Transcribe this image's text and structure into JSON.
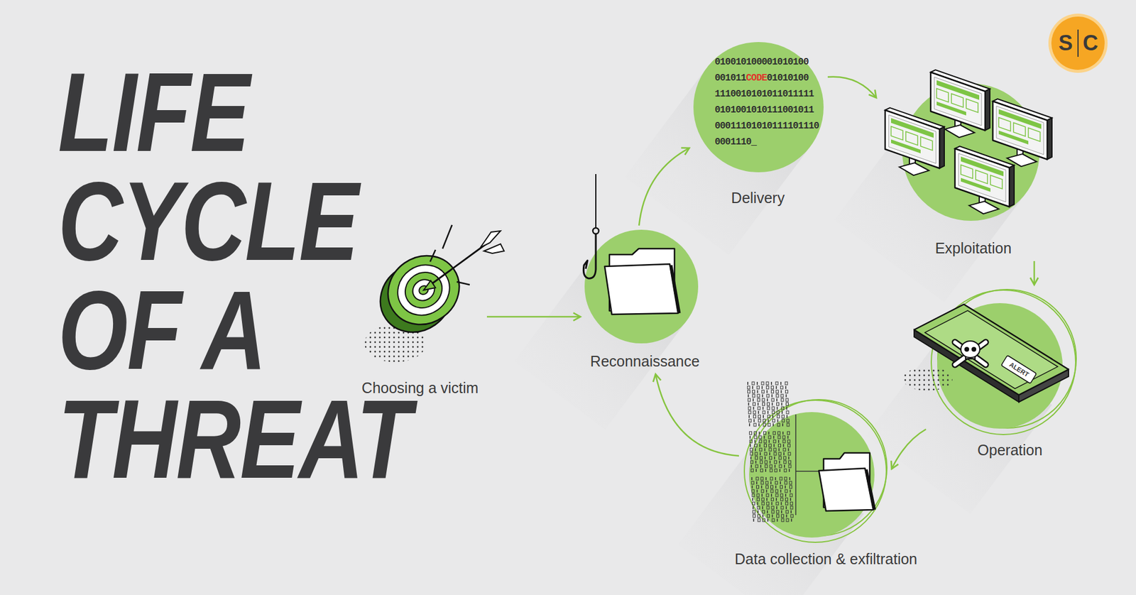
{
  "diagram": {
    "title": "LIFE CYCLE OF A THREAT",
    "nodes": [
      {
        "text": [
          "Choosing a victim"
        ]
      },
      {
        "text": [
          "Reconnaissance"
        ]
      },
      {
        "text": [
          "Delivery"
        ]
      },
      {
        "text": [
          "Exploitation"
        ]
      },
      {
        "text": [
          "Operation"
        ]
      },
      {
        "text": [
          "Data collection & exfiltration"
        ]
      }
    ],
    "edges": [
      {
        "from": 0,
        "to": 1,
        "arrow": "to"
      },
      {
        "from": 1,
        "to": 2,
        "arrow": "to"
      },
      {
        "from": 2,
        "to": 3,
        "arrow": "to"
      },
      {
        "from": 3,
        "to": 4,
        "arrow": "to"
      },
      {
        "from": 4,
        "to": 5,
        "arrow": "to"
      },
      {
        "from": 5,
        "to": 1,
        "arrow": "to"
      }
    ],
    "labels": [
      "010010100001010100",
      "001011",
      "CODE",
      "01010100",
      "1110010101011011111",
      "0101001010111001011",
      "00011101010111101110",
      "0001110_",
      "ALERT",
      "S",
      "C"
    ]
  }
}
